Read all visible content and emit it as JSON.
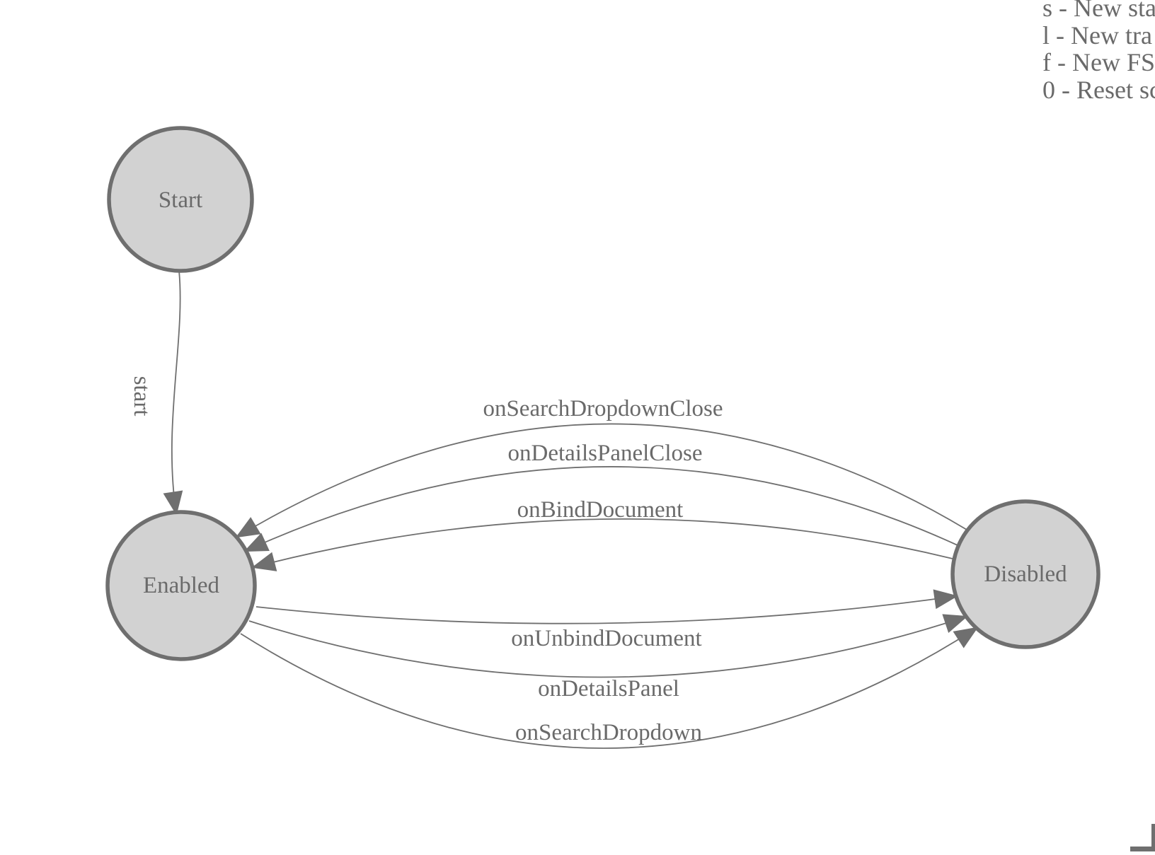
{
  "legend": {
    "lines": [
      "s - New sta",
      "l - New tra",
      "f - New FS",
      "0 - Reset sc"
    ]
  },
  "nodes": [
    {
      "id": "start",
      "label": "Start"
    },
    {
      "id": "enabled",
      "label": "Enabled"
    },
    {
      "id": "disabled",
      "label": "Disabled"
    }
  ],
  "edges": [
    {
      "label": "start",
      "from": "Start",
      "to": "Enabled"
    },
    {
      "label": "onSearchDropdownClose",
      "from": "Disabled",
      "to": "Enabled"
    },
    {
      "label": "onDetailsPanelClose",
      "from": "Disabled",
      "to": "Enabled"
    },
    {
      "label": "onBindDocument",
      "from": "Disabled",
      "to": "Enabled"
    },
    {
      "label": "onUnbindDocument",
      "from": "Enabled",
      "to": "Disabled"
    },
    {
      "label": "onDetailsPanel",
      "from": "Enabled",
      "to": "Disabled"
    },
    {
      "label": "onSearchDropdown",
      "from": "Enabled",
      "to": "Disabled"
    }
  ],
  "colors": {
    "background": "#ffffff",
    "node_fill": "#d2d2d2",
    "node_stroke": "#6f6f6f",
    "edge_stroke": "#6f6f6f",
    "label_text": "#6a6a6a"
  }
}
